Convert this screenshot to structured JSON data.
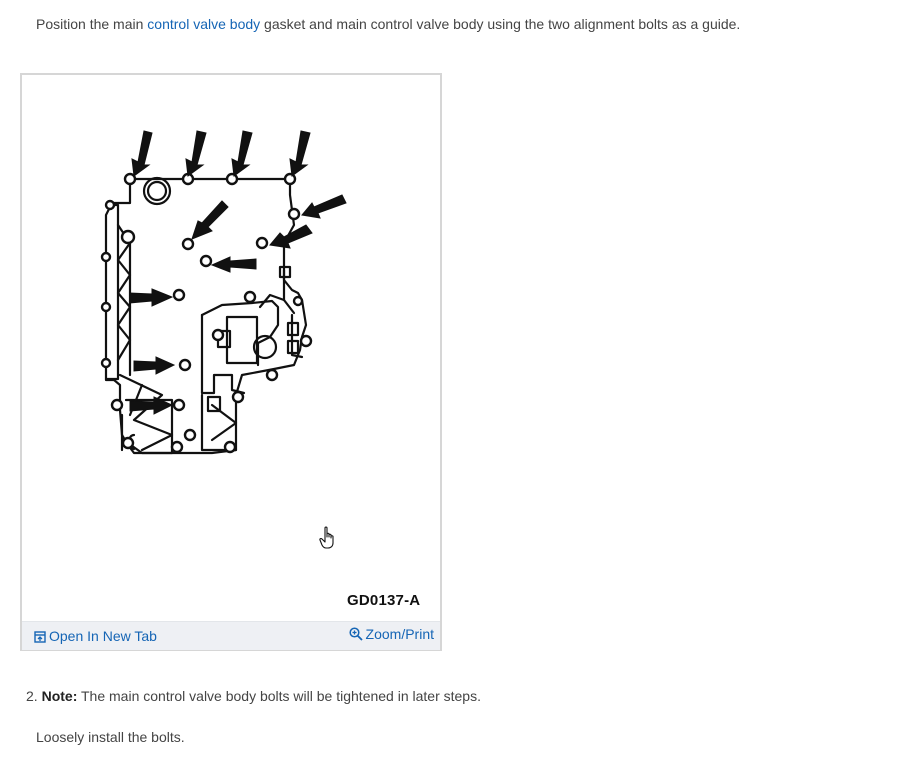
{
  "intro": {
    "before": "Position the main ",
    "link": "control valve body",
    "after": " gasket and main control valve body using the two alignment bolts as a guide."
  },
  "figure": {
    "code": "GD0137-A",
    "open_tab_label": "Open In New Tab",
    "zoom_label": "Zoom/Print",
    "open_tab_icon": "open-new-tab-icon",
    "zoom_icon": "magnifier-plus-icon"
  },
  "step": {
    "number": "2.",
    "note_label": "Note:",
    "note_text": " The main control valve body bolts will be tightened in later steps.",
    "instruction": "Loosely install the bolts."
  },
  "colors": {
    "link": "#1565b5",
    "text": "#444444",
    "footer_bg": "#eef0f4"
  }
}
